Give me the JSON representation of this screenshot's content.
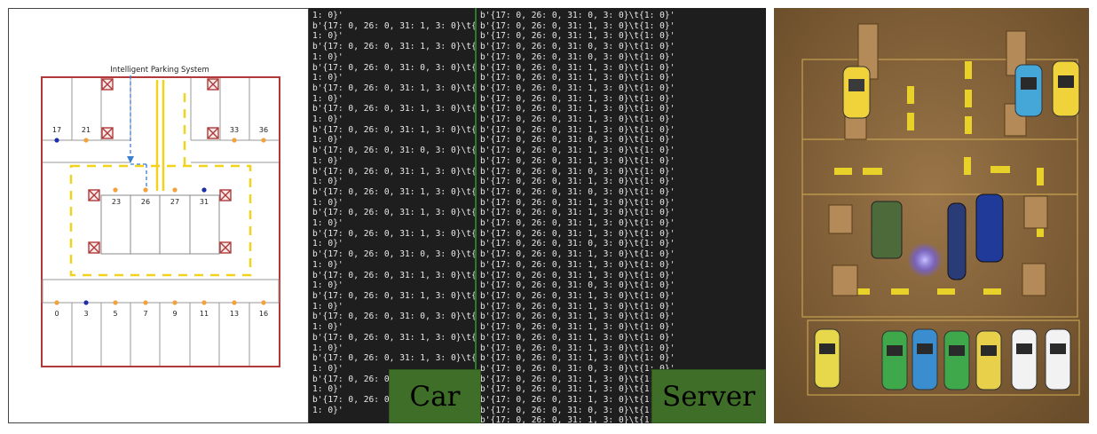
{
  "diagram": {
    "title": "Intelligent Parking System",
    "top_spot_labels": [
      "17",
      "21",
      "33",
      "36"
    ],
    "middle_spot_labels": [
      "23",
      "26",
      "27",
      "31"
    ],
    "bottom_spot_labels": [
      "0",
      "3",
      "5",
      "7",
      "9",
      "11",
      "13",
      "16"
    ],
    "colors": {
      "wall": "#b03a3a",
      "lane": "#f2d21b",
      "spot_free": "#f2a23a",
      "spot_taken": "#1c2fa8",
      "route": "#3a7fd0"
    }
  },
  "terminal": {
    "car_lines": [
      "1: 0}'",
      "b'{17: 0, 26: 0, 31: 1, 3: 0}\\t{",
      "1: 0}'",
      "b'{17: 0, 26: 0, 31: 1, 3: 0}\\t{",
      "1: 0}'",
      "b'{17: 0, 26: 0, 31: 0, 3: 0}\\t{",
      "1: 0}'",
      "b'{17: 0, 26: 0, 31: 1, 3: 0}\\t{",
      "1: 0}'",
      "b'{17: 0, 26: 0, 31: 1, 3: 0}\\t{",
      "1: 0}'",
      "b'{17: 0, 26: 0, 31: 1, 3: 0}\\t{",
      "1: 0}'",
      "b'{17: 0, 26: 0, 31: 0, 3: 0}\\t{",
      "1: 0}'",
      "b'{17: 0, 26: 0, 31: 1, 3: 0}\\t{",
      "1: 0}'",
      "b'{17: 0, 26: 0, 31: 1, 3: 0}\\t{",
      "1: 0}'",
      "b'{17: 0, 26: 0, 31: 1, 3: 0}\\t{",
      "1: 0}'",
      "b'{17: 0, 26: 0, 31: 1, 3: 0}\\t{",
      "1: 0}'",
      "b'{17: 0, 26: 0, 31: 0, 3: 0}\\t{",
      "1: 0}'",
      "b'{17: 0, 26: 0, 31: 1, 3: 0}\\t{",
      "1: 0}'",
      "b'{17: 0, 26: 0, 31: 1, 3: 0}\\t{",
      "1: 0}'",
      "b'{17: 0, 26: 0, 31: 0, 3: 0}\\t{",
      "1: 0}'",
      "b'{17: 0, 26: 0, 31: 1, 3: 0}\\t{",
      "1: 0}'",
      "b'{17: 0, 26: 0, 31: 1, 3: 0}\\t{",
      "1: 0}'",
      "b'{17: 0, 26: 0, 31: 1, 3: 0}\\t{",
      "1: 0}'",
      "b'{17: 0, 26: 0, 31: 1, 3: 0}\\t{",
      "1: 0}'"
    ],
    "server_lines": [
      "b'{17: 0, 26: 0, 31: 0, 3: 0}\\t{1: 0}'",
      "b'{17: 0, 26: 0, 31: 1, 3: 0}\\t{1: 0}'",
      "b'{17: 0, 26: 0, 31: 1, 3: 0}\\t{1: 0}'",
      "b'{17: 0, 26: 0, 31: 0, 3: 0}\\t{1: 0}'",
      "b'{17: 0, 26: 0, 31: 0, 3: 0}\\t{1: 0}'",
      "b'{17: 0, 26: 0, 31: 1, 3: 0}\\t{1: 0}'",
      "b'{17: 0, 26: 0, 31: 1, 3: 0}\\t{1: 0}'",
      "b'{17: 0, 26: 0, 31: 1, 3: 0}\\t{1: 0}'",
      "b'{17: 0, 26: 0, 31: 1, 3: 0}\\t{1: 0}'",
      "b'{17: 0, 26: 0, 31: 1, 3: 0}\\t{1: 0}'",
      "b'{17: 0, 26: 0, 31: 1, 3: 0}\\t{1: 0}'",
      "b'{17: 0, 26: 0, 31: 1, 3: 0}\\t{1: 0}'",
      "b'{17: 0, 26: 0, 31: 0, 3: 0}\\t{1: 0}'",
      "b'{17: 0, 26: 0, 31: 1, 3: 0}\\t{1: 0}'",
      "b'{17: 0, 26: 0, 31: 1, 3: 0}\\t{1: 0}'",
      "b'{17: 0, 26: 0, 31: 0, 3: 0}\\t{1: 0}'",
      "b'{17: 0, 26: 0, 31: 1, 3: 0}\\t{1: 0}'",
      "b'{17: 0, 26: 0, 31: 0, 3: 0}\\t{1: 0}'",
      "b'{17: 0, 26: 0, 31: 1, 3: 0}\\t{1: 0}'",
      "b'{17: 0, 26: 0, 31: 1, 3: 0}\\t{1: 0}'",
      "b'{17: 0, 26: 0, 31: 1, 3: 0}\\t{1: 0}'",
      "b'{17: 0, 26: 0, 31: 1, 3: 0}\\t{1: 0}'",
      "b'{17: 0, 26: 0, 31: 0, 3: 0}\\t{1: 0}'",
      "b'{17: 0, 26: 0, 31: 1, 3: 0}\\t{1: 0}'",
      "b'{17: 0, 26: 0, 31: 1, 3: 0}\\t{1: 0}'",
      "b'{17: 0, 26: 0, 31: 1, 3: 0}\\t{1: 0}'",
      "b'{17: 0, 26: 0, 31: 0, 3: 0}\\t{1: 0}'",
      "b'{17: 0, 26: 0, 31: 1, 3: 0}\\t{1: 0}'",
      "b'{17: 0, 26: 0, 31: 1, 3: 0}\\t{1: 0}'",
      "b'{17: 0, 26: 0, 31: 1, 3: 0}\\t{1: 0}'",
      "b'{17: 0, 26: 0, 31: 1, 3: 0}\\t{1: 0}'",
      "b'{17: 0, 26: 0, 31: 1, 3: 0}\\t{1: 0}'",
      "b'{17: 0, 26: 0, 31: 1, 3: 0}\\t{1: 0}'",
      "b'{17: 0, 26: 0, 31: 1, 3: 0}\\t{1: 0}'",
      "b'{17: 0, 26: 0, 31: 0, 3: 0}\\t{1: 0}'",
      "b'{17: 0, 26: 0, 31: 1, 3: 0}\\t{1: 0}'",
      "b'{17: 0, 26: 0, 31: 1, 3: 0}\\t{1: 0}'",
      "b'{17: 0, 26: 0, 31: 1, 3: 0}\\t{1: 0}'",
      "b'{17: 0, 26: 0, 31: 0, 3: 0}\\t{1: 0}'",
      "b'{17: 0, 26: 0, 31: 1, 3: 0}\\t{1: 0}'"
    ]
  },
  "labels": {
    "car": "Car",
    "server": "Server"
  },
  "photo": {
    "colors": {
      "board": "#8a6a3e",
      "tape": "#e8d22a",
      "led": "#6a5cff"
    }
  }
}
